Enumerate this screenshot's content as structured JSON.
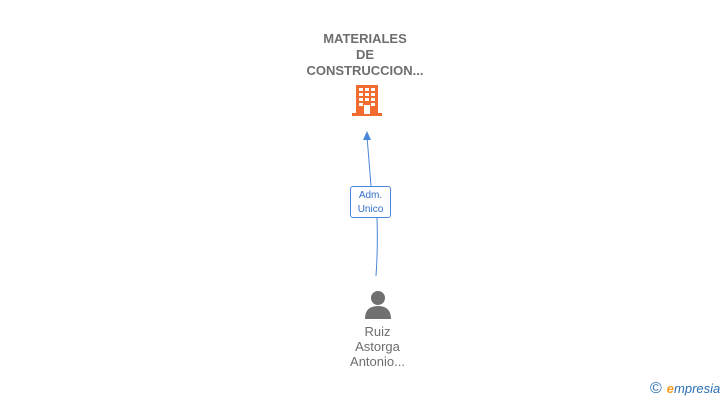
{
  "company": {
    "name_lines": [
      "MATERIALES",
      "DE",
      "CONSTRUCCION..."
    ],
    "icon": "building-icon",
    "icon_color": "#f26b2f"
  },
  "relation": {
    "role_lines": [
      "Adm.",
      "Unico"
    ],
    "line_color": "#4a86d8"
  },
  "person": {
    "name_lines": [
      "Ruiz",
      "Astorga",
      "Antonio..."
    ],
    "icon": "person-icon",
    "icon_color": "#707070"
  },
  "footer": {
    "copyright_symbol": "©",
    "brand_initial": "e",
    "brand_rest": "mpresia"
  }
}
